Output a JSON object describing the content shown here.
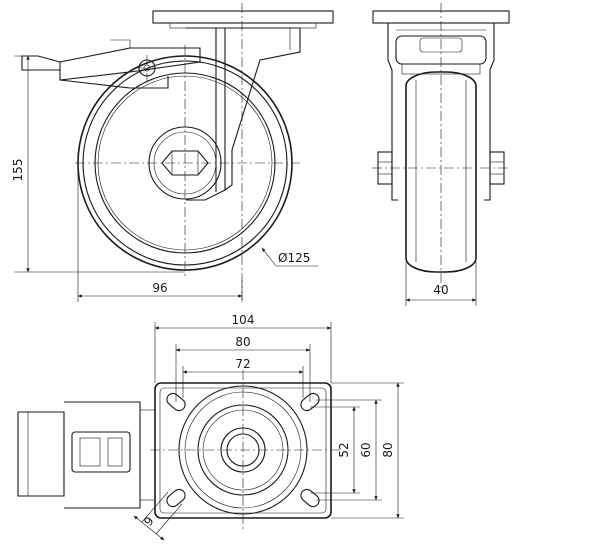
{
  "drawing": {
    "side_view": {
      "height_dim": "155",
      "offset_dim": "96",
      "wheel_diameter_dim": "Ø125"
    },
    "front_view": {
      "wheel_width_dim": "40"
    },
    "top_view": {
      "plate_width_dim": "104",
      "hole_spacing_outer_dim": "80",
      "hole_spacing_inner_dim": "72",
      "hole_spacing_vert_inner_dim": "52",
      "hole_spacing_vert_outer_dim": "60",
      "plate_height_dim": "80",
      "hole_diameter_dim": "9"
    }
  }
}
